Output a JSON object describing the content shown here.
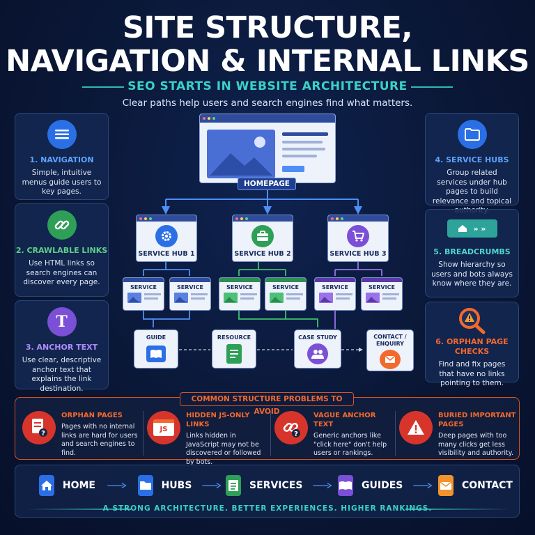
{
  "header": {
    "title_line1": "SITE STRUCTURE,",
    "title_line2": "NAVIGATION & INTERNAL LINKS",
    "subtitle": "SEO STARTS IN WEBSITE ARCHITECTURE",
    "tagline": "Clear paths help users and search engines find what matters."
  },
  "left_cards": [
    {
      "title": "1. NAVIGATION",
      "desc": "Simple, intuitive menus guide users to key pages.",
      "icon": "menu-icon",
      "color": "#2b6fe6"
    },
    {
      "title": "2. CRAWLABLE LINKS",
      "desc": "Use HTML links so search engines can discover every page.",
      "icon": "link-icon",
      "color": "#2e9f57"
    },
    {
      "title": "3. ANCHOR TEXT",
      "desc": "Use clear, descriptive anchor text that explains the link destination.",
      "icon": "text-t-icon",
      "color": "#7b4fd6"
    }
  ],
  "right_cards": [
    {
      "title": "4. SERVICE HUBS",
      "desc": "Group related services under hub pages to build relevance and topical authority.",
      "icon": "folder-icon",
      "color": "#2b6fe6"
    },
    {
      "title": "5. BREADCRUMBS",
      "desc": "Show hierarchy so users and bots always know where they are.",
      "icon": "breadcrumb-icon",
      "color": "#2ea39a"
    },
    {
      "title": "6. ORPHAN PAGE CHECKS",
      "desc": "Find and fix pages that have no links pointing to them.",
      "icon": "magnifier-warning-icon",
      "color": "#f3692d"
    }
  ],
  "diagram": {
    "homepage": "HOMEPAGE",
    "hubs": [
      "SERVICE HUB 1",
      "SERVICE HUB 2",
      "SERVICE HUB 3"
    ],
    "service_label": "SERVICE",
    "leaves": [
      "GUIDE",
      "RESOURCE",
      "CASE STUDY",
      "CONTACT / ENQUIRY"
    ]
  },
  "problems": {
    "heading": "COMMON STRUCTURE PROBLEMS TO AVOID",
    "items": [
      {
        "title": "ORPHAN PAGES",
        "desc": "Pages with no internal links are hard for users and search engines to find."
      },
      {
        "title": "HIDDEN JS-ONLY LINKS",
        "desc": "Links hidden in JavaScript may not be discovered or followed by bots."
      },
      {
        "title": "VAGUE ANCHOR TEXT",
        "desc": "Generic anchors like \"click here\" don't help users or rankings."
      },
      {
        "title": "BURIED IMPORTANT PAGES",
        "desc": "Deep pages with too many clicks get less visibility and authority."
      }
    ],
    "js_badge": "JS"
  },
  "flow": {
    "steps": [
      "HOME",
      "HUBS",
      "SERVICES",
      "GUIDES",
      "CONTACT"
    ]
  },
  "footer": "A STRONG ARCHITECTURE. BETTER EXPERIENCES. HIGHER RANKINGS.",
  "colors": {
    "accent_teal": "#3ad1c6",
    "accent_orange": "#f3692d",
    "link_blue": "#4f8ef7",
    "link_green": "#3cc36b",
    "link_purple": "#9a72ea"
  }
}
